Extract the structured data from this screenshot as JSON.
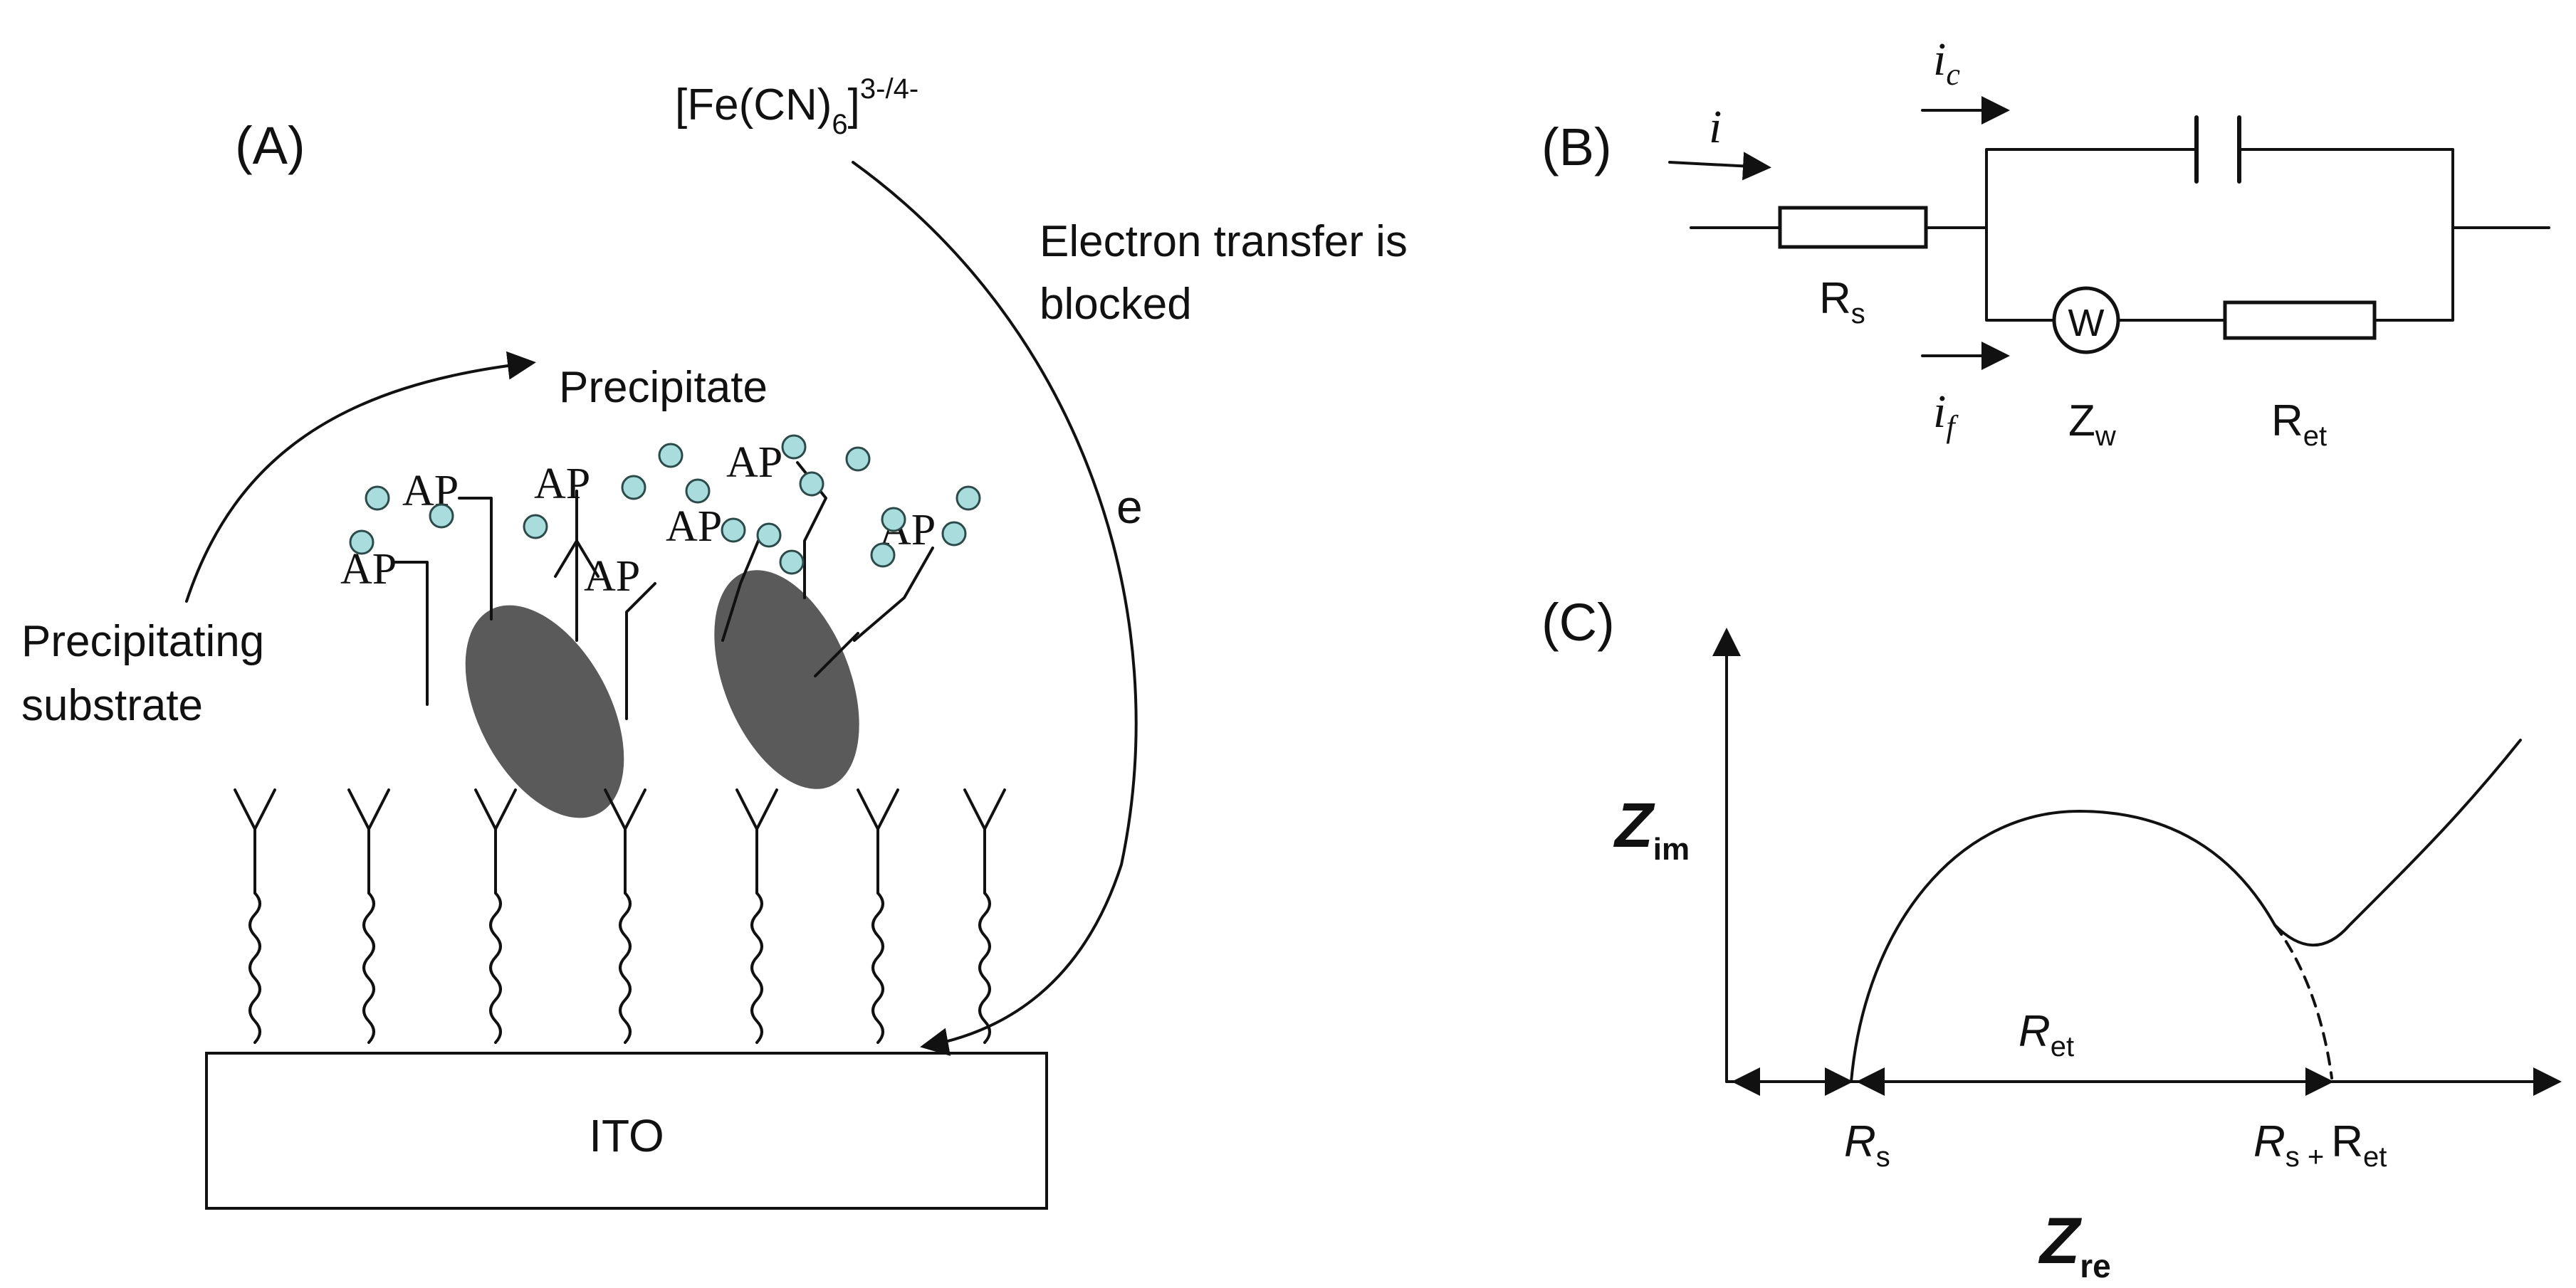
{
  "panel_a": {
    "label": "(A)",
    "redox_base": "[Fe(CN)",
    "redox_sub": "6",
    "redox_close": "]",
    "redox_sup": "3-/4-",
    "blocked_line1": "Electron transfer is",
    "blocked_line2": "blocked",
    "electron": "e",
    "precipitate": "Precipitate",
    "substrate_line1": "Precipitating",
    "substrate_line2": "substrate",
    "ap_label": "AP",
    "electrode": "ITO"
  },
  "panel_b": {
    "label": "(B)",
    "current_i": "i",
    "current_ic_base": "i",
    "current_ic_sub": "c",
    "current_if_base": "i",
    "current_if_sub": "f",
    "rs_base": "R",
    "rs_sub": "s",
    "warburg_symbol": "W",
    "zw_base": "Z",
    "zw_sub": "w",
    "ret_base": "R",
    "ret_sub": "et"
  },
  "panel_c": {
    "label": "(C)",
    "y_axis_base": "Z",
    "y_axis_sub": "im",
    "x_axis_base": "Z",
    "x_axis_sub": "re",
    "ret_base": "R",
    "ret_sub": "et",
    "rs_base": "R",
    "rs_sub": "s",
    "sum_base": "R",
    "sum_sub": "s +",
    "sum_ret_base": "R",
    "sum_ret_sub": "et"
  },
  "colors": {
    "ink": "#111111",
    "bacteria": "#5a5a5a",
    "bead_fill": "#a9dcdc",
    "bead_stroke": "#2c4a4a"
  }
}
